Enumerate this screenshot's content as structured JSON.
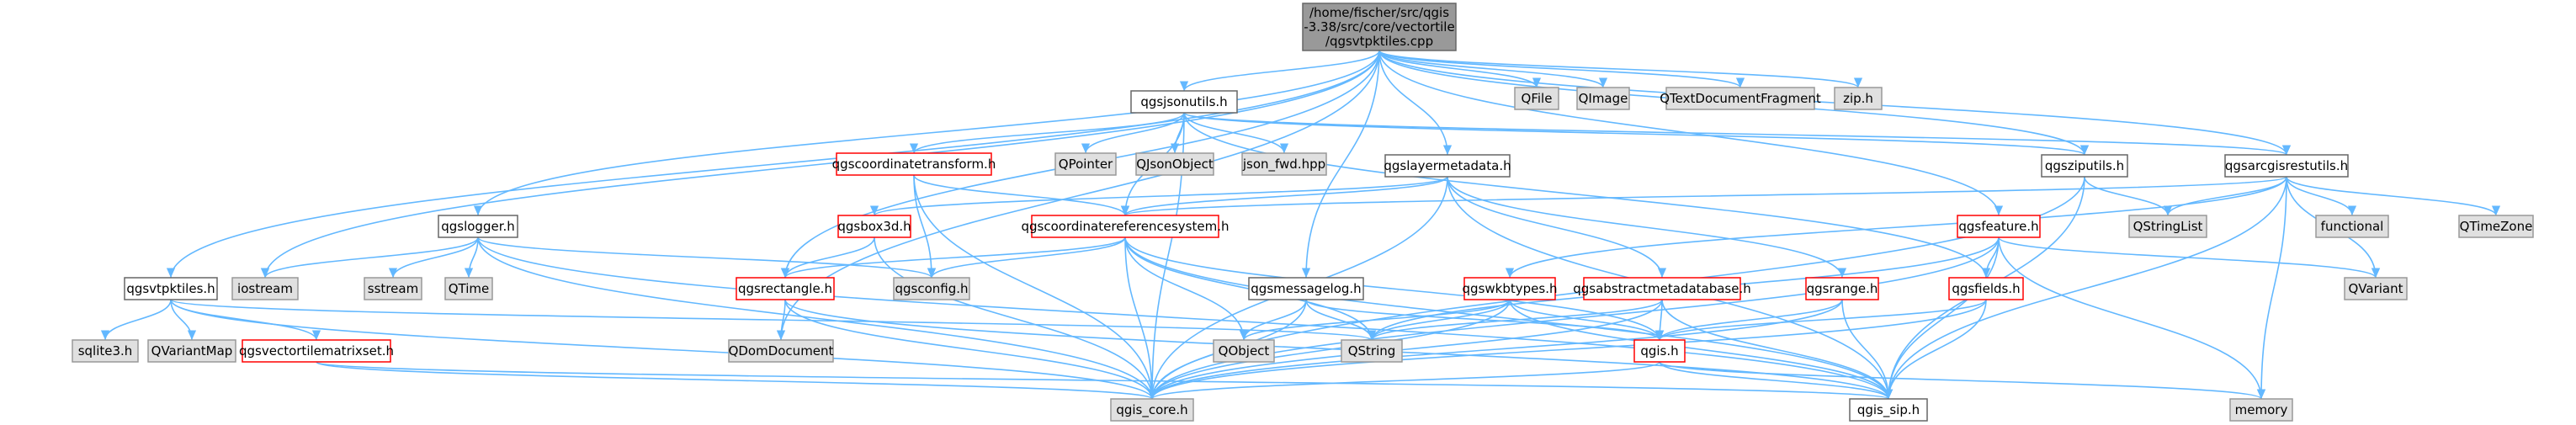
{
  "colors": {
    "root_fill": "#999999",
    "root_stroke": "#666666",
    "plain_fill": "#ffffff",
    "plain_stroke": "#666666",
    "external_fill": "#e0e0e0",
    "external_stroke": "#999999",
    "truncated_stroke": "#ff0000",
    "edge": "#63b8ff",
    "text": "#000000"
  },
  "nodes": [
    {
      "id": "root",
      "style": "root",
      "lines": [
        "/home/fischer/src/qgis",
        "-3.38/src/core/vectortile",
        "/qgsvtpktiles.cpp"
      ]
    },
    {
      "id": "qfile",
      "style": "external",
      "lines": [
        "QFile"
      ]
    },
    {
      "id": "qimage",
      "style": "external",
      "lines": [
        "QImage"
      ]
    },
    {
      "id": "qtextdoc",
      "style": "external",
      "lines": [
        "QTextDocumentFragment"
      ]
    },
    {
      "id": "ziph",
      "style": "external",
      "lines": [
        "zip.h"
      ]
    },
    {
      "id": "qgsjsonutils",
      "style": "plain",
      "lines": [
        "qgsjsonutils.h"
      ]
    },
    {
      "id": "qgscoordtrans",
      "style": "truncated",
      "lines": [
        "qgscoordinatetransform.h"
      ]
    },
    {
      "id": "qpointer",
      "style": "external",
      "lines": [
        "QPointer"
      ]
    },
    {
      "id": "qjsonobject",
      "style": "external",
      "lines": [
        "QJsonObject"
      ]
    },
    {
      "id": "jsonfwd",
      "style": "external",
      "lines": [
        "json_fwd.hpp"
      ]
    },
    {
      "id": "qgslayermeta",
      "style": "plain",
      "lines": [
        "qgslayermetadata.h"
      ]
    },
    {
      "id": "qgsziputils",
      "style": "plain",
      "lines": [
        "qgsziputils.h"
      ]
    },
    {
      "id": "qgsarcgis",
      "style": "plain",
      "lines": [
        "qgsarcgisrestutils.h"
      ]
    },
    {
      "id": "qgsbox3d",
      "style": "truncated",
      "lines": [
        "qgsbox3d.h"
      ]
    },
    {
      "id": "qgscrs",
      "style": "truncated",
      "lines": [
        "qgscoordinatereferencesystem.h"
      ]
    },
    {
      "id": "qgsfeature",
      "style": "truncated",
      "lines": [
        "qgsfeature.h"
      ]
    },
    {
      "id": "qstringlist",
      "style": "external",
      "lines": [
        "QStringList"
      ]
    },
    {
      "id": "functional",
      "style": "external",
      "lines": [
        "functional"
      ]
    },
    {
      "id": "qtimezone",
      "style": "external",
      "lines": [
        "QTimeZone"
      ]
    },
    {
      "id": "qgslogger",
      "style": "plain",
      "lines": [
        "qgslogger.h"
      ]
    },
    {
      "id": "iostream",
      "style": "external",
      "lines": [
        "iostream"
      ]
    },
    {
      "id": "sstream",
      "style": "external",
      "lines": [
        "sstream"
      ]
    },
    {
      "id": "qtime",
      "style": "external",
      "lines": [
        "QTime"
      ]
    },
    {
      "id": "qgsrectangle",
      "style": "truncated",
      "lines": [
        "qgsrectangle.h"
      ]
    },
    {
      "id": "qgsconfig",
      "style": "external",
      "lines": [
        "qgsconfig.h"
      ]
    },
    {
      "id": "qgsmsglog",
      "style": "plain",
      "lines": [
        "qgsmessagelog.h"
      ]
    },
    {
      "id": "qgswkbtypes",
      "style": "truncated",
      "lines": [
        "qgswkbtypes.h"
      ]
    },
    {
      "id": "qgsabsmeta",
      "style": "truncated",
      "lines": [
        "qgsabstractmetadatabase.h"
      ]
    },
    {
      "id": "qgsrange",
      "style": "truncated",
      "lines": [
        "qgsrange.h"
      ]
    },
    {
      "id": "qgsfields",
      "style": "truncated",
      "lines": [
        "qgsfields.h"
      ]
    },
    {
      "id": "qvariant",
      "style": "external",
      "lines": [
        "QVariant"
      ]
    },
    {
      "id": "qgsvtpktiles",
      "style": "plain",
      "lines": [
        "qgsvtpktiles.h"
      ]
    },
    {
      "id": "sqlite3",
      "style": "external",
      "lines": [
        "sqlite3.h"
      ]
    },
    {
      "id": "qvariantmap",
      "style": "external",
      "lines": [
        "QVariantMap"
      ]
    },
    {
      "id": "qgsvtmatrix",
      "style": "truncated",
      "lines": [
        "qgsvectortilematrixset.h"
      ]
    },
    {
      "id": "qdomdocument",
      "style": "external",
      "lines": [
        "QDomDocument"
      ]
    },
    {
      "id": "qobject",
      "style": "external",
      "lines": [
        "QObject"
      ]
    },
    {
      "id": "qstring",
      "style": "external",
      "lines": [
        "QString"
      ]
    },
    {
      "id": "qgish",
      "style": "truncated",
      "lines": [
        "qgis.h"
      ]
    },
    {
      "id": "qgiscore",
      "style": "external",
      "lines": [
        "qgis_core.h"
      ]
    },
    {
      "id": "qgissip",
      "style": "plain",
      "lines": [
        "qgis_sip.h"
      ]
    },
    {
      "id": "memory",
      "style": "external",
      "lines": [
        "memory"
      ]
    }
  ],
  "edges": [
    [
      "root",
      "qfile"
    ],
    [
      "root",
      "qimage"
    ],
    [
      "root",
      "qtextdoc"
    ],
    [
      "root",
      "ziph"
    ],
    [
      "root",
      "qgsjsonutils"
    ],
    [
      "root",
      "qgslayermeta"
    ],
    [
      "root",
      "qgsziputils"
    ],
    [
      "root",
      "qgsarcgis"
    ],
    [
      "root",
      "qgsfeature"
    ],
    [
      "root",
      "qgslogger"
    ],
    [
      "root",
      "iostream"
    ],
    [
      "root",
      "qgsrectangle"
    ],
    [
      "root",
      "qgsmsglog"
    ],
    [
      "root",
      "qgsvtpktiles"
    ],
    [
      "root",
      "qdomdocument"
    ],
    [
      "qgsjsonutils",
      "qgscoordtrans"
    ],
    [
      "qgsjsonutils",
      "qpointer"
    ],
    [
      "qgsjsonutils",
      "qjsonobject"
    ],
    [
      "qgsjsonutils",
      "jsonfwd"
    ],
    [
      "qgsjsonutils",
      "qgscrs"
    ],
    [
      "qgsjsonutils",
      "qgsfields"
    ],
    [
      "qgsjsonutils",
      "qgsziputils"
    ],
    [
      "qgsjsonutils",
      "qgsarcgis"
    ],
    [
      "qgsjsonutils",
      "qgiscore"
    ],
    [
      "qgscoordtrans",
      "qgscrs"
    ],
    [
      "qgscoordtrans",
      "qgsconfig"
    ],
    [
      "qgscoordtrans",
      "qgiscore"
    ],
    [
      "qgslayermeta",
      "qgsbox3d"
    ],
    [
      "qgslayermeta",
      "qgscrs"
    ],
    [
      "qgslayermeta",
      "qgsabsmeta"
    ],
    [
      "qgslayermeta",
      "qgsrange"
    ],
    [
      "qgslayermeta",
      "qgiscore"
    ],
    [
      "qgslayermeta",
      "qgissip"
    ],
    [
      "qgsziputils",
      "qstringlist"
    ],
    [
      "qgsziputils",
      "qgiscore"
    ],
    [
      "qgsziputils",
      "qgissip"
    ],
    [
      "qgsarcgis",
      "qgscrs"
    ],
    [
      "qgsarcgis",
      "qstringlist"
    ],
    [
      "qgsarcgis",
      "functional"
    ],
    [
      "qgsarcgis",
      "qtimezone"
    ],
    [
      "qgsarcgis",
      "qvariant"
    ],
    [
      "qgsarcgis",
      "memory"
    ],
    [
      "qgsarcgis",
      "qgissip"
    ],
    [
      "qgsarcgis",
      "qgswkbtypes"
    ],
    [
      "qgsbox3d",
      "qgsrectangle"
    ],
    [
      "qgsbox3d",
      "qgiscore"
    ],
    [
      "qgscrs",
      "qgsrectangle"
    ],
    [
      "qgscrs",
      "qgsconfig"
    ],
    [
      "qgscrs",
      "qobject"
    ],
    [
      "qgscrs",
      "qstring"
    ],
    [
      "qgscrs",
      "qgiscore"
    ],
    [
      "qgscrs",
      "qgissip"
    ],
    [
      "qgscrs",
      "qgish"
    ],
    [
      "qgsfeature",
      "qgsfields"
    ],
    [
      "qgsfeature",
      "qvariant"
    ],
    [
      "qgsfeature",
      "memory"
    ],
    [
      "qgsfeature",
      "qgiscore"
    ],
    [
      "qgsfeature",
      "qgissip"
    ],
    [
      "qgsfeature",
      "qstring"
    ],
    [
      "qgslogger",
      "iostream"
    ],
    [
      "qgslogger",
      "sstream"
    ],
    [
      "qgslogger",
      "qtime"
    ],
    [
      "qgslogger",
      "qgsconfig"
    ],
    [
      "qgslogger",
      "qgiscore"
    ],
    [
      "qgslogger",
      "qgissip"
    ],
    [
      "qgsrectangle",
      "qdomdocument"
    ],
    [
      "qgsrectangle",
      "qgiscore"
    ],
    [
      "qgsrectangle",
      "qgissip"
    ],
    [
      "qgsmsglog",
      "qobject"
    ],
    [
      "qgsmsglog",
      "qstring"
    ],
    [
      "qgsmsglog",
      "qgiscore"
    ],
    [
      "qgsmsglog",
      "qgish"
    ],
    [
      "qgswkbtypes",
      "qobject"
    ],
    [
      "qgswkbtypes",
      "qstring"
    ],
    [
      "qgswkbtypes",
      "qgish"
    ],
    [
      "qgswkbtypes",
      "qgiscore"
    ],
    [
      "qgswkbtypes",
      "qgissip"
    ],
    [
      "qgsabsmeta",
      "qstring"
    ],
    [
      "qgsabsmeta",
      "qgish"
    ],
    [
      "qgsabsmeta",
      "qgiscore"
    ],
    [
      "qgsabsmeta",
      "qgissip"
    ],
    [
      "qgsrange",
      "qgish"
    ],
    [
      "qgsrange",
      "qgiscore"
    ],
    [
      "qgsrange",
      "qgissip"
    ],
    [
      "qgsfields",
      "qgish"
    ],
    [
      "qgsfields",
      "qgiscore"
    ],
    [
      "qgsfields",
      "qgissip"
    ],
    [
      "qgsvtpktiles",
      "sqlite3"
    ],
    [
      "qgsvtpktiles",
      "qvariantmap"
    ],
    [
      "qgsvtpktiles",
      "qgsvtmatrix"
    ],
    [
      "qgsvtpktiles",
      "qgiscore"
    ],
    [
      "qgsvtpktiles",
      "qstring"
    ],
    [
      "qgsvtmatrix",
      "qgiscore"
    ],
    [
      "qgsvtmatrix",
      "qgissip"
    ],
    [
      "qgish",
      "qgiscore"
    ],
    [
      "qgish",
      "qgissip"
    ],
    [
      "qgish",
      "memory"
    ]
  ]
}
